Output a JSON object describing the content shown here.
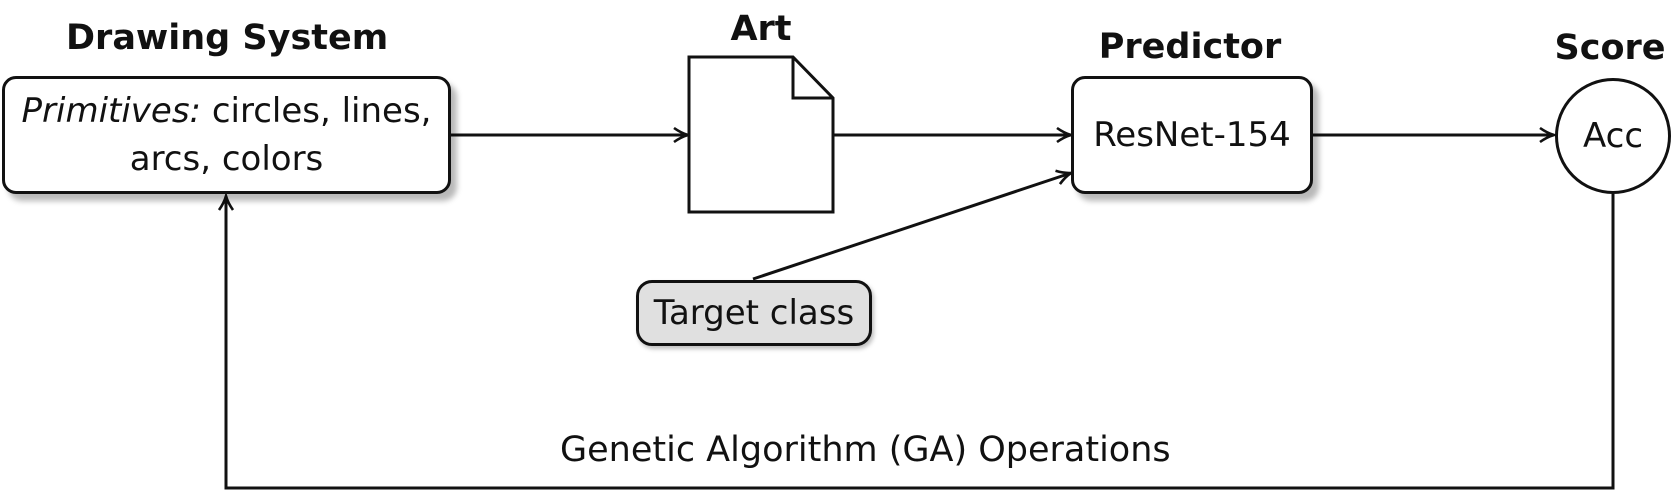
{
  "drawing_system": {
    "title": "Drawing System",
    "primitives_label": "Primitives:",
    "primitives_line1": "circles, lines,",
    "primitives_line2": "arcs, colors"
  },
  "art": {
    "title": "Art"
  },
  "predictor": {
    "title": "Predictor",
    "model": "ResNet-154"
  },
  "score": {
    "title": "Score",
    "metric": "Acc"
  },
  "target": {
    "label": "Target class"
  },
  "feedback": {
    "label": "Genetic Algorithm (GA) Operations"
  }
}
